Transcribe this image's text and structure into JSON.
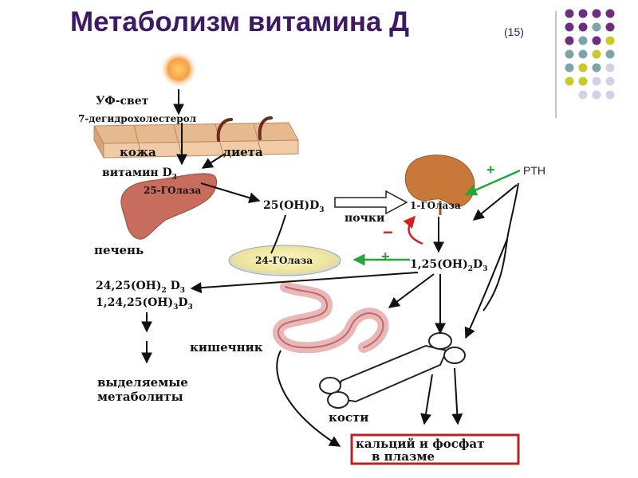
{
  "title": "Метаболизм витамина Д",
  "slide_number": "(15)",
  "colors": {
    "title": "#3d1a63",
    "purple_dot": "#6b2f7e",
    "teal_dot": "#7aa6a8",
    "yellow_dot": "#c9c92a",
    "lavender_dot": "#d4d0e6",
    "liver": "#c86c5e",
    "kidney": "#c87838",
    "skin": "#e6b98f",
    "positive_arrow": "#27a33a",
    "negative_arrow": "#d42020",
    "plasma_box": "#c02020"
  },
  "labels": {
    "uv": "УФ-свет",
    "dehydro": "7-дегидрохолестерол",
    "skin": "кожа",
    "diet": "диета",
    "vitd3_main": "витамин D",
    "vitd3_sub": "3",
    "hydroxylase25": "25-ГОлаза",
    "oh25_main": "25(OH)D",
    "oh25_sub": "3",
    "kidneys": "почки",
    "hydroxylase1": "1-ГОлаза",
    "pth": "PTH",
    "liver": "печень",
    "hydroxylase24": "24-ГОлаза",
    "plus": "+",
    "minus": "−",
    "calcitriol_a": "1,25(OH)",
    "calcitriol_b": "2",
    "calcitriol_c": "D",
    "calcitriol_d": "3",
    "metab1_a": "24,25(OH)",
    "metab1_b": "2",
    "metab1_c": " D",
    "metab1_d": "3",
    "metab2_a": "1,24,25(OH)",
    "metab2_b": "3",
    "metab2_c": "D",
    "metab2_d": "3",
    "intestine": "кишечник",
    "excreted_1": "выделяемые",
    "excreted_2": "метаболиты",
    "bones": "кости",
    "plasma_1": "кальций и фосфат",
    "plasma_2": "в плазме"
  },
  "icons": [
    "sun-icon",
    "skin-layer-icon",
    "liver-icon",
    "kidney-icon",
    "intestine-icon",
    "bone-icon"
  ]
}
